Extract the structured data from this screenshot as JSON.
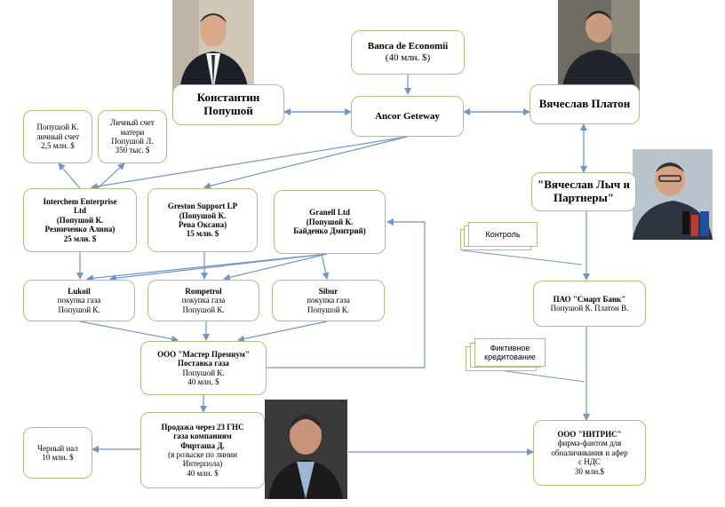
{
  "nodes": {
    "banca": {
      "name": "Banca de Economii",
      "amount": "(40 млн. $)"
    },
    "popushoy": {
      "line1": "Константин",
      "line2": "Попушой"
    },
    "ancor": {
      "name": "Ancor Geteway"
    },
    "platon": {
      "name": "Вячеслав Платон"
    },
    "lych": {
      "line1": "\"Вячеслав Лыч и",
      "line2": "Партнеры\""
    },
    "acc_popushoy": {
      "line1": "Попушой К.",
      "line2": "личный счет",
      "line3": "2,5 млн. $"
    },
    "acc_mother": {
      "line1": "Личный счет",
      "line2": "матери",
      "line3": "Попушой Л.",
      "line4": "350 тыс. $"
    },
    "interchem": {
      "line1": "Interchem Enterprise",
      "line2": "Ltd",
      "line3": "(Попушой К.",
      "line4": "Резниченко Алина)",
      "line5": "25 млн. $"
    },
    "greston": {
      "line1": "Greston Support LP",
      "line2": "(Попушой К.",
      "line3": "Рева Оксана)",
      "line4": "15 млн. $"
    },
    "granell": {
      "line1": "Granell Ltd",
      "line2": "(Попушой К.",
      "line3": "Байденко Дмитрий)"
    },
    "lukoil": {
      "line1": "Lukoil",
      "line2": "покупка газа",
      "line3": "Попушой К."
    },
    "rompetrol": {
      "line1": "Rompetrol",
      "line2": "покупка газа",
      "line3": "Попушой К."
    },
    "sibur": {
      "line1": "Sibur",
      "line2": "покупка газа",
      "line3": "Попушой К."
    },
    "master": {
      "line1": "ООО \"Мастер Премиум\"",
      "line2": "Поставка газа",
      "line3": "Попушой К.",
      "line4": "40 млн. $"
    },
    "smart": {
      "line1": "ПАО \"Смарт Банк\"",
      "line2": "Попушой К. Платон В."
    },
    "sale": {
      "line1": "Продажа через 23 ГНС",
      "line2": "газа компаниям",
      "line3": "Фирташа Д.",
      "line4": "(в розыске по линии",
      "line5": "Интерпола)",
      "line6": "40 млн. $"
    },
    "cash": {
      "line1": "Черный нал",
      "line2": "10 млн. $"
    },
    "nitris": {
      "line1": "ООО \"НИТРИС\"",
      "line2": "фирма-фантом для",
      "line3": "обналичивания и афер",
      "line4": "с НДС",
      "line5": "30 млн.$"
    }
  },
  "notes": {
    "control": "Контроль",
    "fictive_line1": "Фиктивное",
    "fictive_line2": "кредитование"
  },
  "colors": {
    "arrow": "#6f97c6",
    "border": "#a9c47f"
  }
}
